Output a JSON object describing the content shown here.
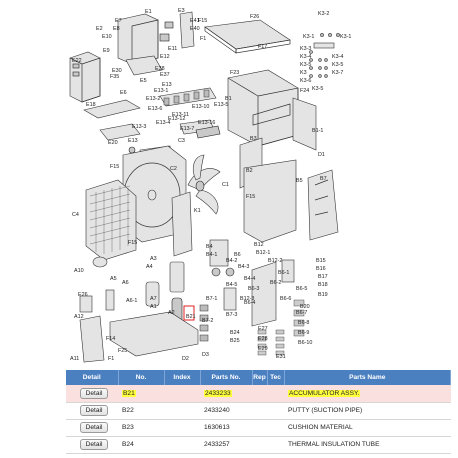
{
  "diagram": {
    "labels": {
      "k32": "K3-2",
      "k31": "K3-1",
      "k33": "K3-3",
      "k34": "K3-4",
      "k35": "K3-5",
      "k36": "K3-6",
      "k37": "K3-7",
      "k35b": "K3-5",
      "k3": "K3",
      "e1": "E1",
      "e2": "E2",
      "e3": "E3",
      "e7": "E7",
      "e8": "E8",
      "e9": "E9",
      "e10": "E10",
      "e11": "E11",
      "e12": "E12",
      "e20": "E20",
      "e22": "E22",
      "e30": "E30",
      "e37": "E37",
      "e38": "E38",
      "e40": "E40",
      "e41": "E41",
      "e5": "E5",
      "e6": "E6",
      "e18": "E18",
      "e131": "E13-1",
      "e132": "E13-2",
      "e1310": "E13-10",
      "e135": "E13-5",
      "e136": "E13-6",
      "e1311": "E13-11",
      "e134": "E13-4",
      "e1312": "E13-12",
      "e137": "E13-7",
      "e13": "E13",
      "e133": "E13-3",
      "e13b": "E13",
      "e1316": "E13-16",
      "f1": "F1",
      "f15": "F15",
      "f17": "F17",
      "f23": "F23",
      "f24": "F24",
      "f25": "F25",
      "f26": "F26",
      "f35": "F35",
      "f14": "F14",
      "f15b": "F15",
      "f15c": "F15",
      "b1": "B1",
      "b11": "B1-1",
      "b2": "B2",
      "b3": "B3",
      "b4": "B4",
      "b5": "B5",
      "b6": "B6",
      "b7": "B7",
      "b12": "B12",
      "b21": "B21",
      "b24": "B24",
      "b25": "B25",
      "b41": "B4-1",
      "b42": "B4-2",
      "b43": "B4-3",
      "b44": "B4-4",
      "b45": "B4-5",
      "b61": "B6-1",
      "b62": "B6-2",
      "b63": "B6-3",
      "b64": "B6-4",
      "b65": "B6-5",
      "b66": "B6-6",
      "b67": "B6-7",
      "b68": "B6-8",
      "b69": "B6-9",
      "b610": "B6-10",
      "b71": "B7-1",
      "b72": "B7-2",
      "b73": "B7-3",
      "b121": "B12-1",
      "b122": "B12-2",
      "b123": "B12-3",
      "b15": "B15",
      "b16": "B16",
      "b17": "B17",
      "b18": "B18",
      "b19": "B19",
      "b20": "B20",
      "b22": "B22",
      "b23": "B23",
      "c1": "C1",
      "c2": "C2",
      "c3": "C3",
      "c4": "C4",
      "k1": "K1",
      "a1": "A1",
      "a2": "A2",
      "a3": "A3",
      "a4": "A4",
      "a5": "A5",
      "a6": "A6",
      "a7": "A7",
      "a10": "A10",
      "a11": "A11",
      "a12": "A12",
      "a61": "A6-1",
      "d1": "D1",
      "d2": "D2",
      "d3": "D3",
      "e26": "E26",
      "e27": "E27",
      "e28": "E28",
      "e29": "E29",
      "e31": "E31"
    }
  },
  "table": {
    "headers": [
      "Detail",
      "No.",
      "Index",
      "Parts No.",
      "Rep",
      "Tec",
      "Parts Name"
    ],
    "rows": [
      {
        "detail": "Detail",
        "no": "B21",
        "index": "",
        "parts_no": "2433233",
        "rep": "",
        "tec": "",
        "name": "ACCUMULATOR ASSY.",
        "selected": true
      },
      {
        "detail": "Detail",
        "no": "B22",
        "index": "",
        "parts_no": "2433240",
        "rep": "",
        "tec": "",
        "name": "PUTTY (SUCTION PIPE)",
        "selected": false
      },
      {
        "detail": "Detail",
        "no": "B23",
        "index": "",
        "parts_no": "1630613",
        "rep": "",
        "tec": "",
        "name": "CUSHION MATERIAL",
        "selected": false
      },
      {
        "detail": "Detail",
        "no": "B24",
        "index": "",
        "parts_no": "2433257",
        "rep": "",
        "tec": "",
        "name": "THERMAL INSULATION TUBE",
        "selected": false
      }
    ]
  },
  "colors": {
    "header": "#4a7fc0",
    "selected_row": "#fbe0e0",
    "highlight": "#ffff3c",
    "callout": "#e02020"
  }
}
